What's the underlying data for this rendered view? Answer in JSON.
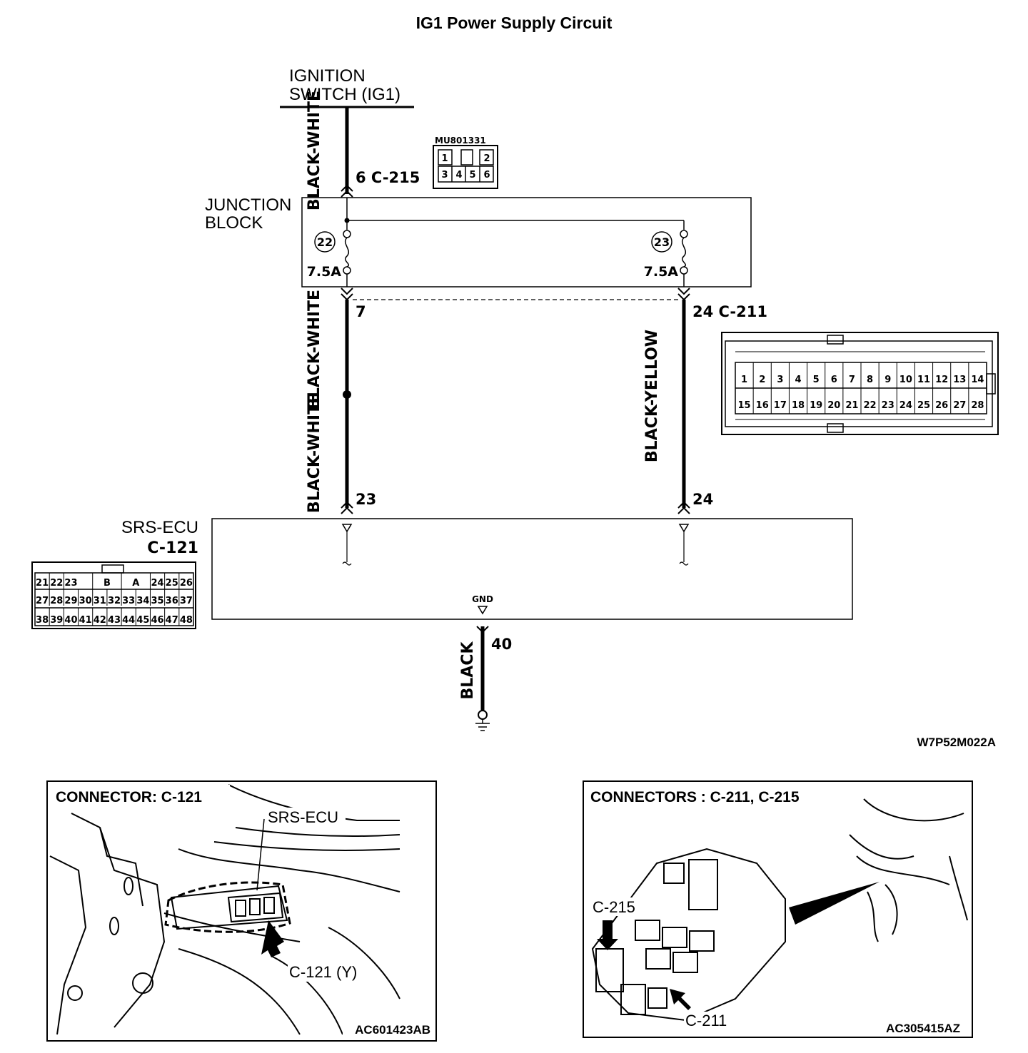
{
  "title": "IG1 Power Supply Circuit",
  "ignition_switch": {
    "line1": "IGNITION",
    "line2": "SWITCH (IG1)"
  },
  "junction_block": {
    "line1": "JUNCTION",
    "line2": "BLOCK"
  },
  "fuses": [
    {
      "number": "22",
      "rating": "7.5A"
    },
    {
      "number": "23",
      "rating": "7.5A"
    }
  ],
  "connector_c215": {
    "pin_label": "6  C-215",
    "part_number": "MU801331",
    "pins": [
      "1",
      "2",
      "3",
      "4",
      "5",
      "6"
    ]
  },
  "connector_c211": {
    "label": "24 C-211",
    "pins_row1": [
      "1",
      "2",
      "3",
      "4",
      "5",
      "6",
      "7",
      "8",
      "9",
      "10",
      "11",
      "12",
      "13",
      "14"
    ],
    "pins_row2": [
      "15",
      "16",
      "17",
      "18",
      "19",
      "20",
      "21",
      "22",
      "23",
      "24",
      "25",
      "26",
      "27",
      "28"
    ]
  },
  "wires": {
    "black_white": "BLACK-WHITE",
    "black_yellow": "BLACK-YELLOW",
    "black": "BLACK"
  },
  "pin_numbers": {
    "jb_out_left": "7",
    "ecu_left": "23",
    "ecu_right": "24",
    "gnd_pin": "40"
  },
  "srs_ecu": {
    "name": "SRS-ECU",
    "connector": "C-121",
    "gnd_label": "GND",
    "pins_row1": [
      "21",
      "22",
      "23",
      "B",
      "A",
      "24",
      "25",
      "26"
    ],
    "pins_row2": [
      "27",
      "28",
      "29",
      "30",
      "31",
      "32",
      "33",
      "34",
      "35",
      "36",
      "37"
    ],
    "pins_row3": [
      "38",
      "39",
      "40",
      "41",
      "42",
      "43",
      "44",
      "45",
      "46",
      "47",
      "48"
    ]
  },
  "diagram_code": "W7P52M022A",
  "photo_left": {
    "title": "CONNECTOR: C-121",
    "callout_ecu": "SRS-ECU",
    "callout_conn": "C-121 (Y)",
    "code": "AC601423AB"
  },
  "photo_right": {
    "title": "CONNECTORS : C-211, C-215",
    "callout_215": "C-215",
    "callout_211": "C-211",
    "code": "AC305415AZ"
  }
}
